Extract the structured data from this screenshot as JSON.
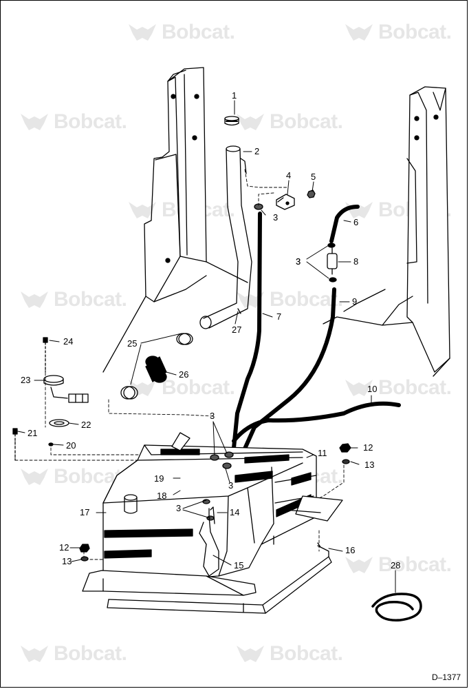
{
  "diagram": {
    "drawing_id": "D–1377",
    "watermark": {
      "brand": "Bobcat.",
      "icon": "bobcat-head-logo",
      "color": "#e6e6e6"
    },
    "callouts": [
      "1",
      "2",
      "3",
      "4",
      "5",
      "3",
      "6",
      "3",
      "8",
      "9",
      "7",
      "27",
      "24",
      "25",
      "26",
      "23",
      "22",
      "21",
      "20",
      "10",
      "3",
      "12",
      "13",
      "11",
      "19",
      "18",
      "3",
      "17",
      "3",
      "14",
      "12",
      "13",
      "15",
      "16",
      "28"
    ],
    "colors": {
      "line": "#000000",
      "background": "#ffffff"
    }
  }
}
